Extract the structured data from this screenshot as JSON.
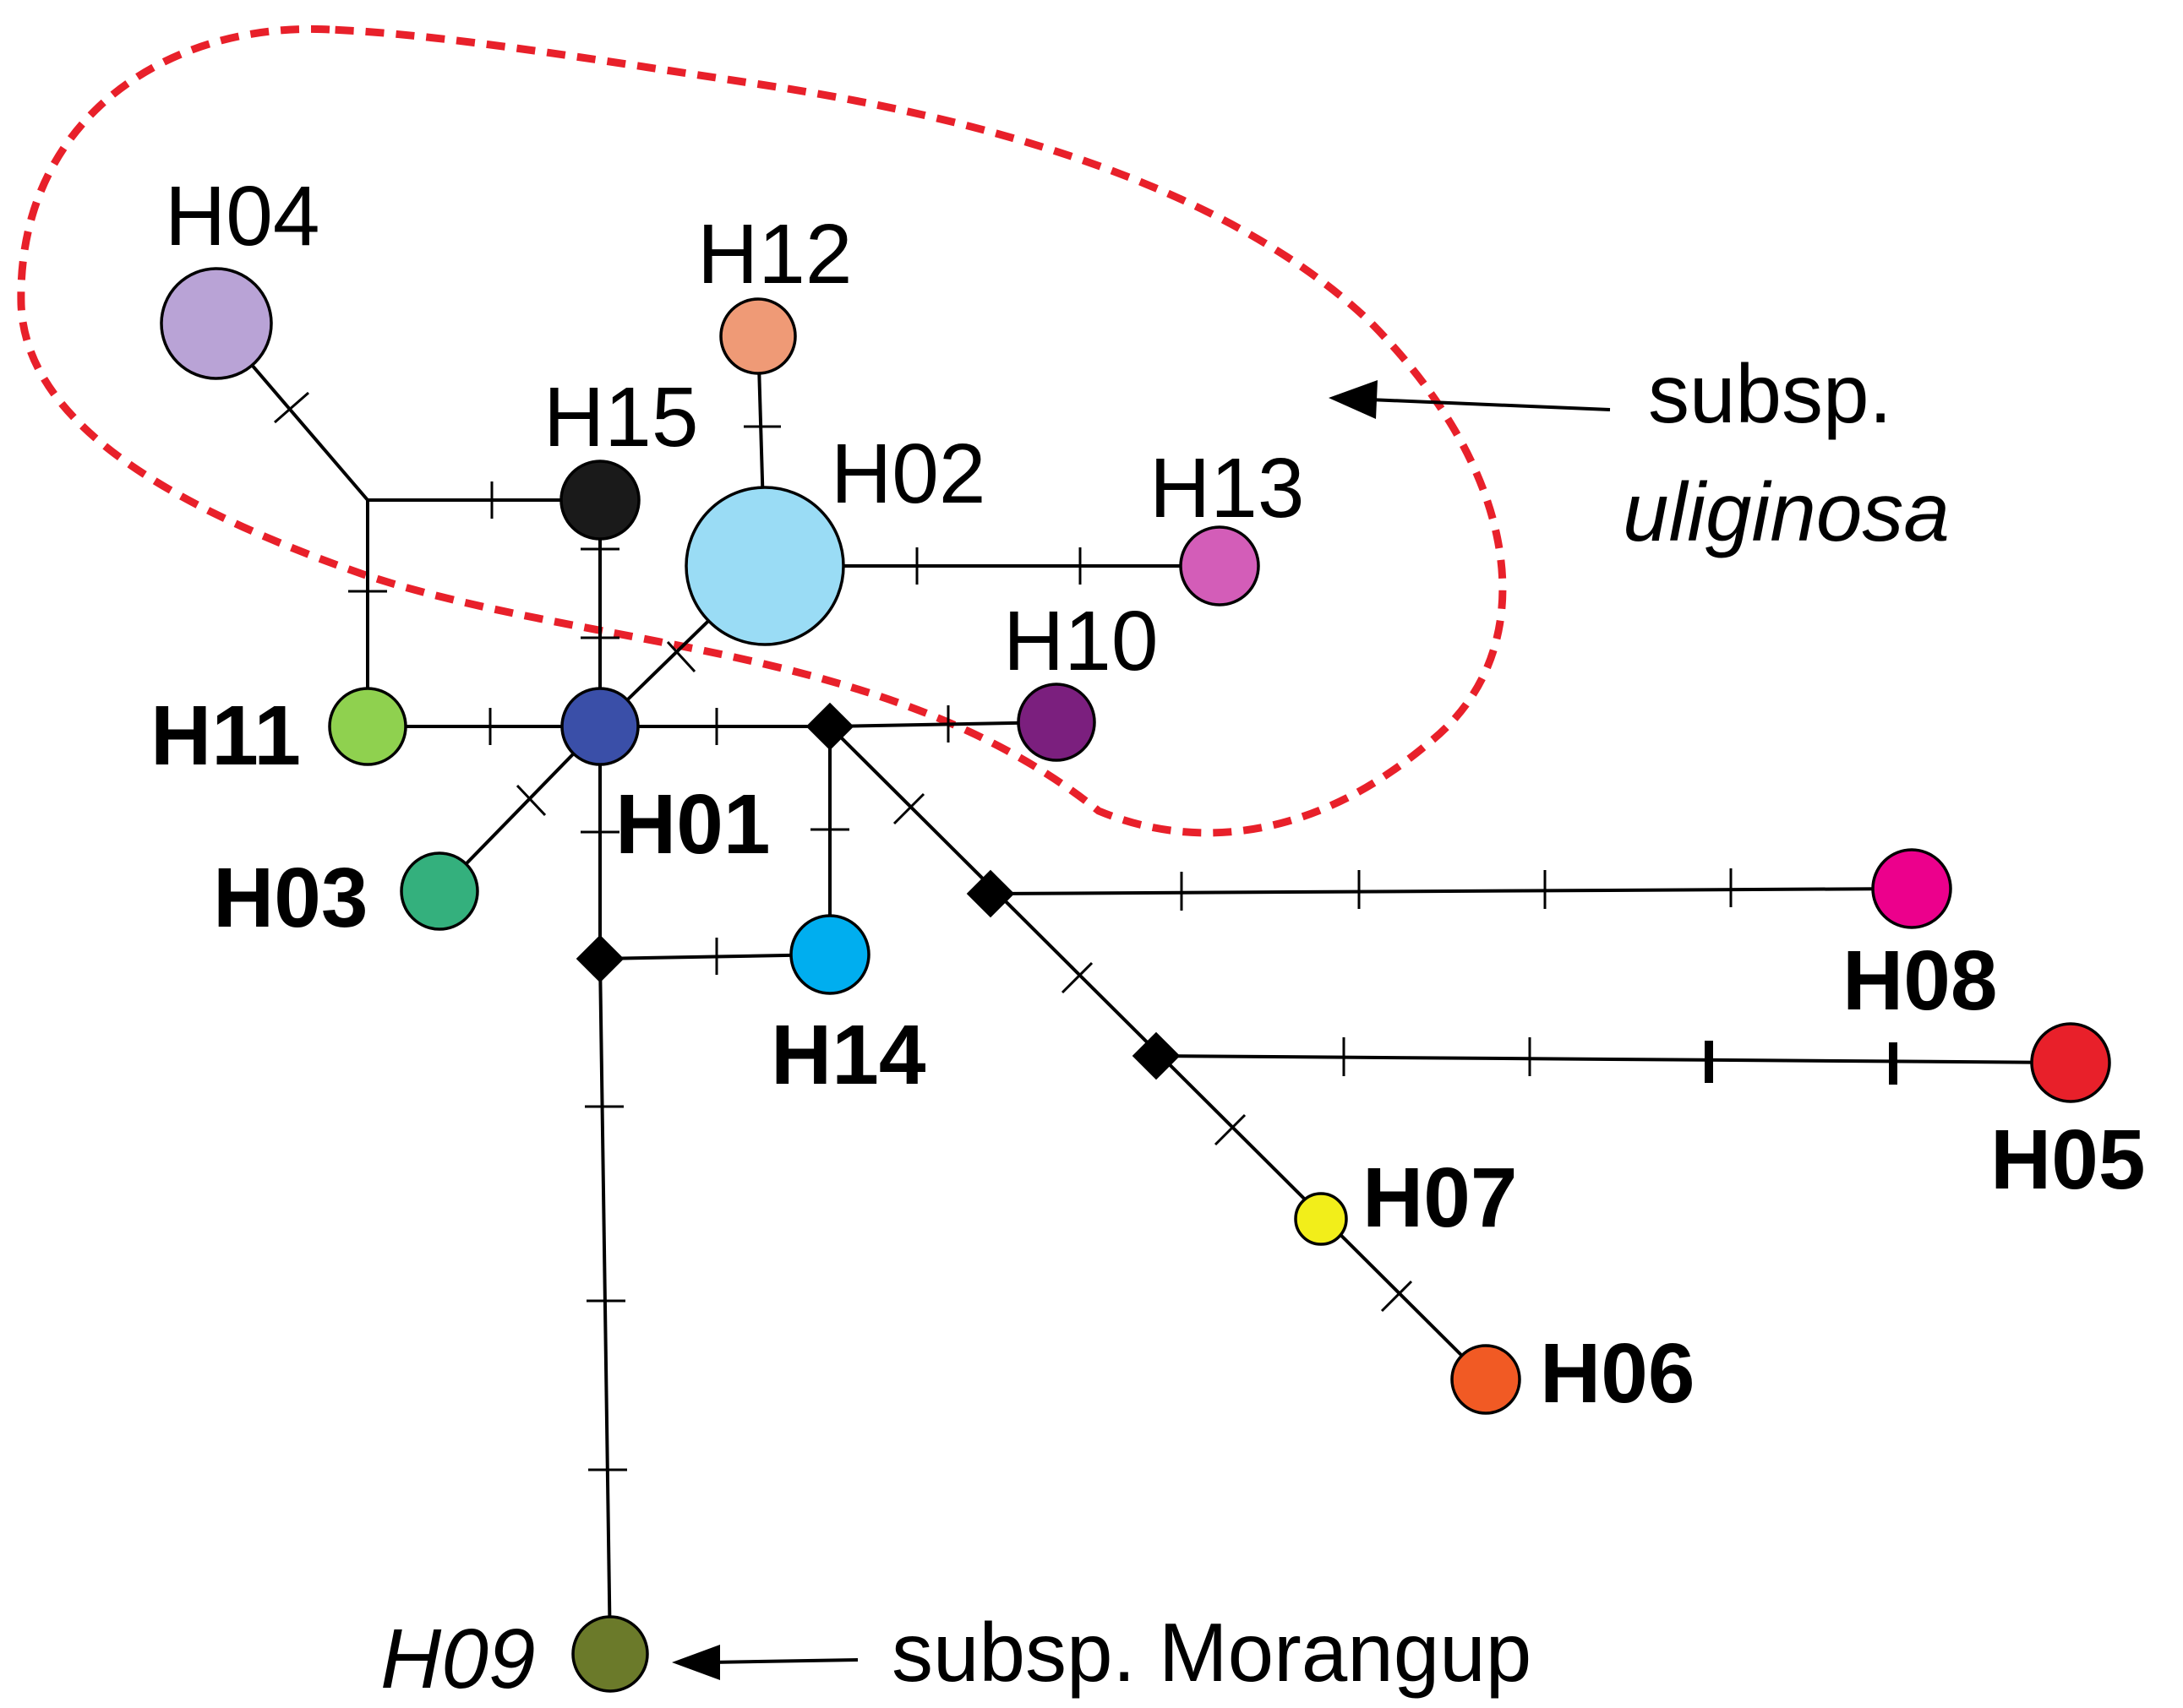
{
  "haplotypes": [
    {
      "id": "H01",
      "label": "H01",
      "color": "#3a4fa8",
      "style": "bold"
    },
    {
      "id": "H02",
      "label": "H02",
      "color": "#9adcf5",
      "style": "normal"
    },
    {
      "id": "H03",
      "label": "H03",
      "color": "#34b07d",
      "style": "bold"
    },
    {
      "id": "H04",
      "label": "H04",
      "color": "#b9a3d6",
      "style": "normal"
    },
    {
      "id": "H05",
      "label": "H05",
      "color": "#e8202a",
      "style": "bold"
    },
    {
      "id": "H06",
      "label": "H06",
      "color": "#f15a24",
      "style": "bold"
    },
    {
      "id": "H07",
      "label": "H07",
      "color": "#f2ee1a",
      "style": "bold"
    },
    {
      "id": "H08",
      "label": "H08",
      "color": "#ec008c",
      "style": "bold"
    },
    {
      "id": "H09",
      "label": "H09",
      "color": "#6b7a2a",
      "style": "italic"
    },
    {
      "id": "H10",
      "label": "H10",
      "color": "#7b1f7e",
      "style": "normal"
    },
    {
      "id": "H11",
      "label": "H11",
      "color": "#8fd14f",
      "style": "bold"
    },
    {
      "id": "H12",
      "label": "H12",
      "color": "#ef9a76",
      "style": "normal"
    },
    {
      "id": "H13",
      "label": "H13",
      "color": "#d35db8",
      "style": "normal"
    },
    {
      "id": "H14",
      "label": "H14",
      "color": "#00aeef",
      "style": "bold"
    },
    {
      "id": "H15",
      "label": "H15",
      "color": "#1a1a1a",
      "style": "normal"
    }
  ],
  "annotations": {
    "uliginosa_line1": "subsp.",
    "uliginosa_line2": "uliginosa",
    "morangup": "subsp. Morangup"
  },
  "colors": {
    "cluster_outline": "#e8202a",
    "edge": "#000000",
    "median_vector": "#000000"
  }
}
